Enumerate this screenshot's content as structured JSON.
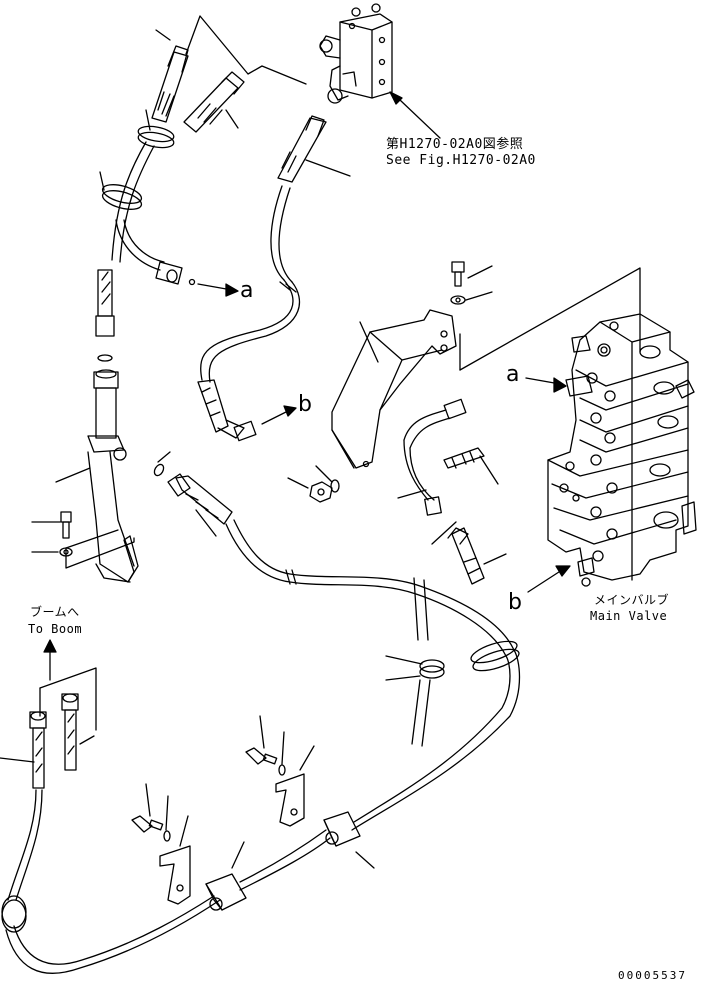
{
  "references": {
    "fig_ref_jp": "第H1270-02A0図参照",
    "fig_ref_en": "See Fig.H1270-02A0"
  },
  "callouts": {
    "a_upper": "a",
    "b_upper": "b",
    "a_valve": "a",
    "b_valve": "b"
  },
  "main_valve": {
    "label_jp": "メインバルブ",
    "label_en": "Main Valve"
  },
  "boom": {
    "label_jp": "ブームへ",
    "label_en": "To Boom"
  },
  "drawing_code": "00005537"
}
